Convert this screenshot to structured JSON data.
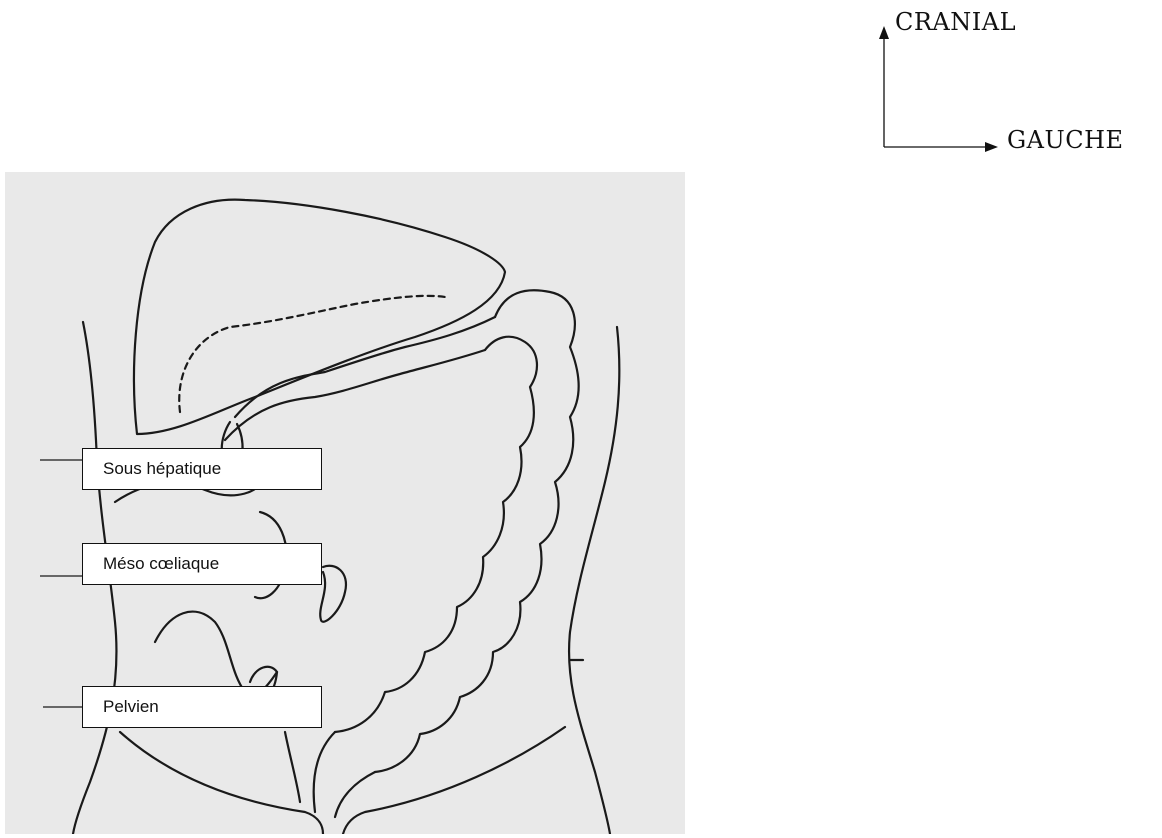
{
  "orientation": {
    "up_label": "CRANIAL",
    "right_label": "GAUCHE"
  },
  "labels": {
    "sous_hepatique": "Sous hépatique",
    "meso_coeliaque": "Méso cœliaque",
    "pelvien": "Pelvien"
  },
  "colors": {
    "figure_background": "#e9e9e9",
    "line": "#1a1a1a"
  }
}
